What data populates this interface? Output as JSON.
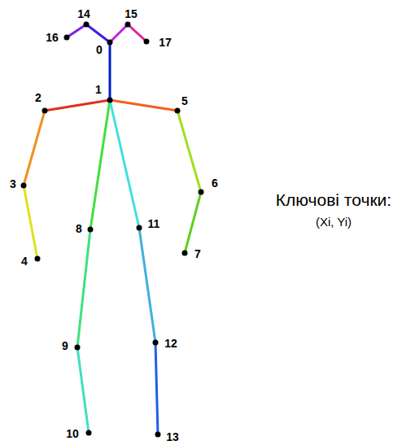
{
  "diagram": {
    "labels": [
      "14",
      "15",
      "16",
      "0",
      "17",
      "1",
      "2",
      "5",
      "3",
      "6",
      "8",
      "11",
      "4",
      "7",
      "9",
      "12",
      "10",
      "13",
      "Ключові точки:",
      "(Xi, Yi)"
    ]
  }
}
